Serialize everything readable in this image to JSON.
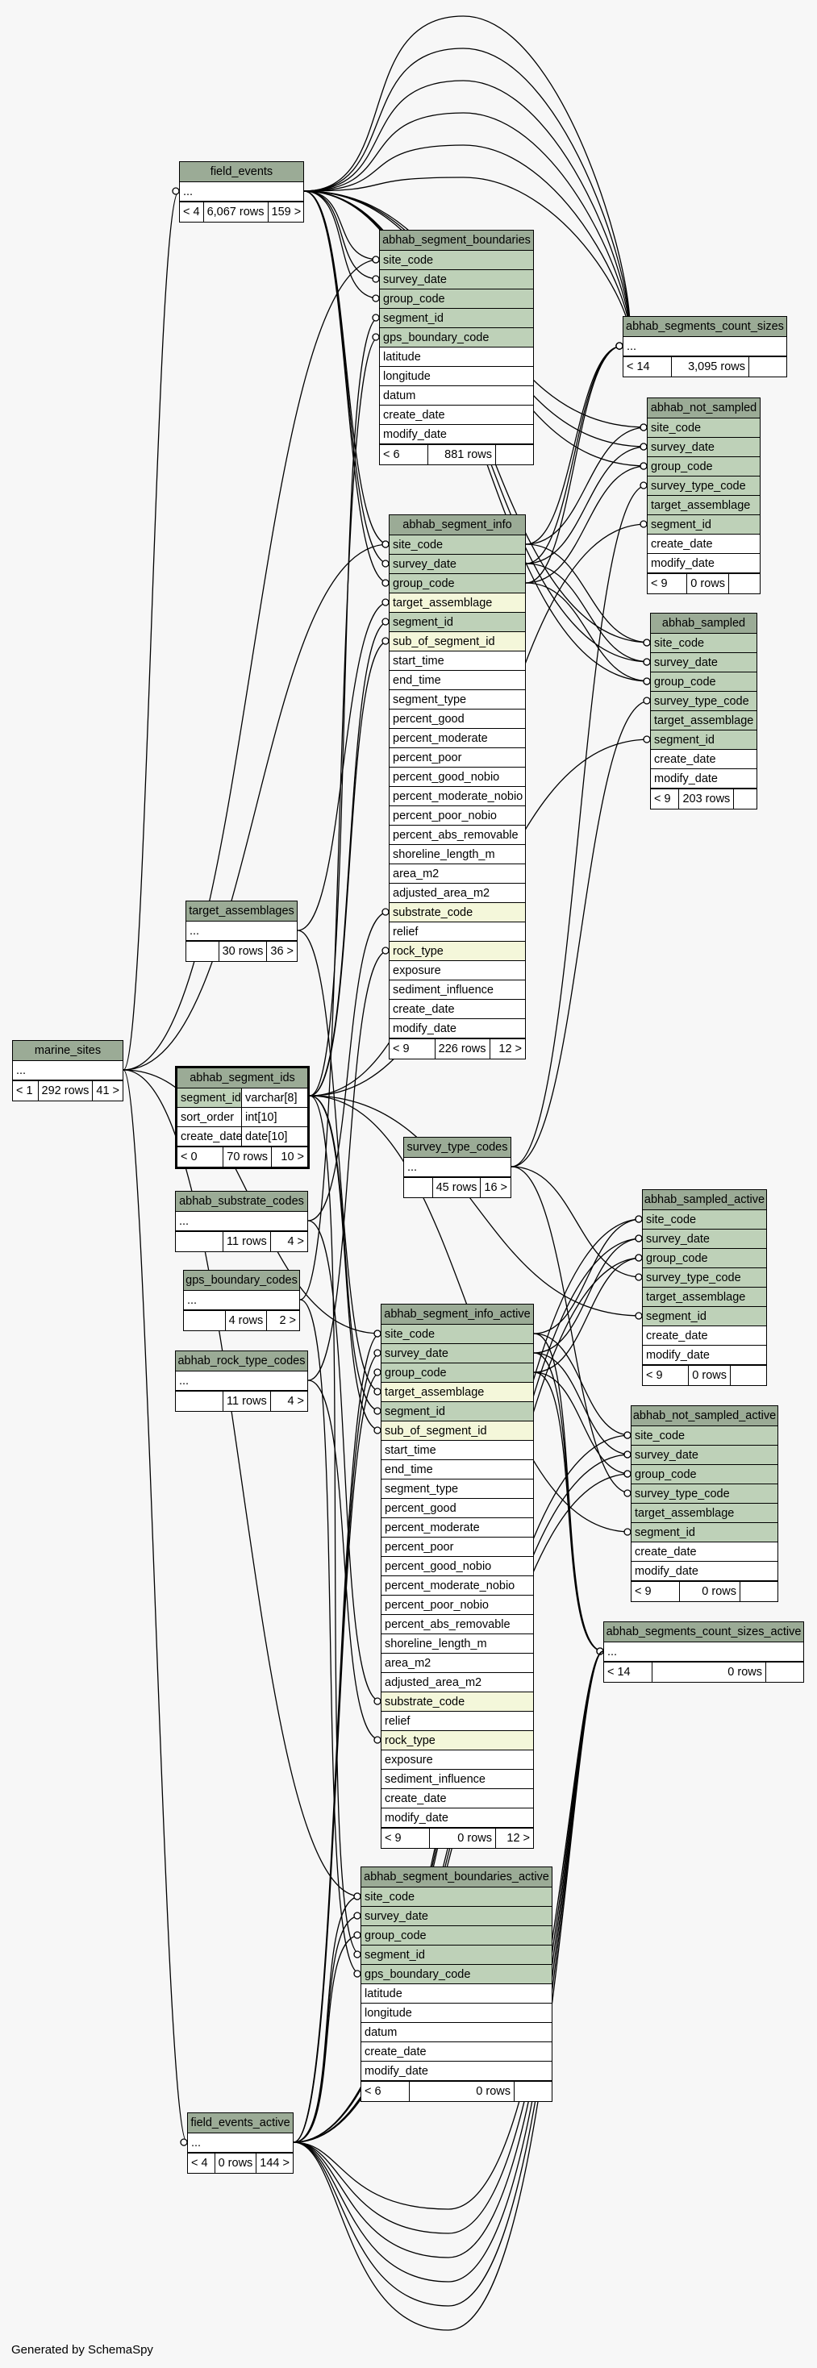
{
  "footer": "Generated by SchemaSpy",
  "tables": [
    {
      "key": "field_events",
      "name": "field_events",
      "cols": [
        {
          "t": "...",
          "k": "plain"
        }
      ],
      "footer": [
        "< 4",
        "6,067 rows",
        "159 >"
      ]
    },
    {
      "key": "abhab_segment_boundaries",
      "name": "abhab_segment_boundaries",
      "cols": [
        {
          "t": "site_code",
          "k": "pk"
        },
        {
          "t": "survey_date",
          "k": "pk"
        },
        {
          "t": "group_code",
          "k": "pk"
        },
        {
          "t": "segment_id",
          "k": "pk"
        },
        {
          "t": "gps_boundary_code",
          "k": "pk"
        },
        {
          "t": "latitude",
          "k": "plain"
        },
        {
          "t": "longitude",
          "k": "plain"
        },
        {
          "t": "datum",
          "k": "plain"
        },
        {
          "t": "create_date",
          "k": "plain"
        },
        {
          "t": "modify_date",
          "k": "plain"
        }
      ],
      "footer": [
        "< 6",
        "881 rows",
        ""
      ]
    },
    {
      "key": "abhab_segments_count_sizes",
      "name": "abhab_segments_count_sizes",
      "cols": [
        {
          "t": "...",
          "k": "plain"
        }
      ],
      "footer": [
        "< 14",
        "3,095 rows",
        ""
      ]
    },
    {
      "key": "abhab_not_sampled",
      "name": "abhab_not_sampled",
      "cols": [
        {
          "t": "site_code",
          "k": "pk"
        },
        {
          "t": "survey_date",
          "k": "pk"
        },
        {
          "t": "group_code",
          "k": "pk"
        },
        {
          "t": "survey_type_code",
          "k": "pk"
        },
        {
          "t": "target_assemblage",
          "k": "pk"
        },
        {
          "t": "segment_id",
          "k": "pk"
        },
        {
          "t": "create_date",
          "k": "plain"
        },
        {
          "t": "modify_date",
          "k": "plain"
        }
      ],
      "footer": [
        "< 9",
        "0 rows",
        ""
      ]
    },
    {
      "key": "abhab_segment_info",
      "name": "abhab_segment_info",
      "cols": [
        {
          "t": "site_code",
          "k": "pk"
        },
        {
          "t": "survey_date",
          "k": "pk"
        },
        {
          "t": "group_code",
          "k": "pk"
        },
        {
          "t": "target_assemblage",
          "k": "fk"
        },
        {
          "t": "segment_id",
          "k": "pk"
        },
        {
          "t": "sub_of_segment_id",
          "k": "fk"
        },
        {
          "t": "start_time",
          "k": "plain"
        },
        {
          "t": "end_time",
          "k": "plain"
        },
        {
          "t": "segment_type",
          "k": "plain"
        },
        {
          "t": "percent_good",
          "k": "plain"
        },
        {
          "t": "percent_moderate",
          "k": "plain"
        },
        {
          "t": "percent_poor",
          "k": "plain"
        },
        {
          "t": "percent_good_nobio",
          "k": "plain"
        },
        {
          "t": "percent_moderate_nobio",
          "k": "plain"
        },
        {
          "t": "percent_poor_nobio",
          "k": "plain"
        },
        {
          "t": "percent_abs_removable",
          "k": "plain"
        },
        {
          "t": "shoreline_length_m",
          "k": "plain"
        },
        {
          "t": "area_m2",
          "k": "plain"
        },
        {
          "t": "adjusted_area_m2",
          "k": "plain"
        },
        {
          "t": "substrate_code",
          "k": "fk"
        },
        {
          "t": "relief",
          "k": "plain"
        },
        {
          "t": "rock_type",
          "k": "fk"
        },
        {
          "t": "exposure",
          "k": "plain"
        },
        {
          "t": "sediment_influence",
          "k": "plain"
        },
        {
          "t": "create_date",
          "k": "plain"
        },
        {
          "t": "modify_date",
          "k": "plain"
        }
      ],
      "footer": [
        "< 9",
        "226 rows",
        "12 >"
      ]
    },
    {
      "key": "abhab_sampled",
      "name": "abhab_sampled",
      "cols": [
        {
          "t": "site_code",
          "k": "pk"
        },
        {
          "t": "survey_date",
          "k": "pk"
        },
        {
          "t": "group_code",
          "k": "pk"
        },
        {
          "t": "survey_type_code",
          "k": "pk"
        },
        {
          "t": "target_assemblage",
          "k": "pk"
        },
        {
          "t": "segment_id",
          "k": "pk"
        },
        {
          "t": "create_date",
          "k": "plain"
        },
        {
          "t": "modify_date",
          "k": "plain"
        }
      ],
      "footer": [
        "< 9",
        "203 rows",
        ""
      ]
    },
    {
      "key": "target_assemblages",
      "name": "target_assemblages",
      "cols": [
        {
          "t": "...",
          "k": "plain"
        }
      ],
      "footer": [
        "",
        "30 rows",
        "36 >"
      ]
    },
    {
      "key": "marine_sites",
      "name": "marine_sites",
      "cols": [
        {
          "t": "...",
          "k": "plain"
        }
      ],
      "footer": [
        "< 1",
        "292 rows",
        "41 >"
      ]
    },
    {
      "key": "abhab_segment_ids",
      "name": "abhab_segment_ids",
      "bold": true,
      "cols": [
        {
          "t": "segment_id",
          "t2": "varchar[8]",
          "k": "pk"
        },
        {
          "t": "sort_order",
          "t2": "int[10]",
          "k": "plain"
        },
        {
          "t": "create_date",
          "t2": "date[10]",
          "k": "plain"
        }
      ],
      "footer": [
        "< 0",
        "70 rows",
        "10 >"
      ]
    },
    {
      "key": "survey_type_codes",
      "name": "survey_type_codes",
      "cols": [
        {
          "t": "...",
          "k": "plain"
        }
      ],
      "footer": [
        "",
        "45 rows",
        "16 >"
      ]
    },
    {
      "key": "abhab_substrate_codes",
      "name": "abhab_substrate_codes",
      "cols": [
        {
          "t": "...",
          "k": "plain"
        }
      ],
      "footer": [
        "",
        "11 rows",
        "4 >"
      ]
    },
    {
      "key": "gps_boundary_codes",
      "name": "gps_boundary_codes",
      "cols": [
        {
          "t": "...",
          "k": "plain"
        }
      ],
      "footer": [
        "",
        "4 rows",
        "2 >"
      ]
    },
    {
      "key": "abhab_rock_type_codes",
      "name": "abhab_rock_type_codes",
      "cols": [
        {
          "t": "...",
          "k": "plain"
        }
      ],
      "footer": [
        "",
        "11 rows",
        "4 >"
      ]
    },
    {
      "key": "abhab_sampled_active",
      "name": "abhab_sampled_active",
      "cols": [
        {
          "t": "site_code",
          "k": "pk"
        },
        {
          "t": "survey_date",
          "k": "pk"
        },
        {
          "t": "group_code",
          "k": "pk"
        },
        {
          "t": "survey_type_code",
          "k": "pk"
        },
        {
          "t": "target_assemblage",
          "k": "pk"
        },
        {
          "t": "segment_id",
          "k": "pk"
        },
        {
          "t": "create_date",
          "k": "plain"
        },
        {
          "t": "modify_date",
          "k": "plain"
        }
      ],
      "footer": [
        "< 9",
        "0 rows",
        ""
      ]
    },
    {
      "key": "abhab_not_sampled_active",
      "name": "abhab_not_sampled_active",
      "cols": [
        {
          "t": "site_code",
          "k": "pk"
        },
        {
          "t": "survey_date",
          "k": "pk"
        },
        {
          "t": "group_code",
          "k": "pk"
        },
        {
          "t": "survey_type_code",
          "k": "pk"
        },
        {
          "t": "target_assemblage",
          "k": "pk"
        },
        {
          "t": "segment_id",
          "k": "pk"
        },
        {
          "t": "create_date",
          "k": "plain"
        },
        {
          "t": "modify_date",
          "k": "plain"
        }
      ],
      "footer": [
        "< 9",
        "0 rows",
        ""
      ]
    },
    {
      "key": "abhab_segment_info_active",
      "name": "abhab_segment_info_active",
      "cols": [
        {
          "t": "site_code",
          "k": "pk"
        },
        {
          "t": "survey_date",
          "k": "pk"
        },
        {
          "t": "group_code",
          "k": "pk"
        },
        {
          "t": "target_assemblage",
          "k": "fk"
        },
        {
          "t": "segment_id",
          "k": "pk"
        },
        {
          "t": "sub_of_segment_id",
          "k": "fk"
        },
        {
          "t": "start_time",
          "k": "plain"
        },
        {
          "t": "end_time",
          "k": "plain"
        },
        {
          "t": "segment_type",
          "k": "plain"
        },
        {
          "t": "percent_good",
          "k": "plain"
        },
        {
          "t": "percent_moderate",
          "k": "plain"
        },
        {
          "t": "percent_poor",
          "k": "plain"
        },
        {
          "t": "percent_good_nobio",
          "k": "plain"
        },
        {
          "t": "percent_moderate_nobio",
          "k": "plain"
        },
        {
          "t": "percent_poor_nobio",
          "k": "plain"
        },
        {
          "t": "percent_abs_removable",
          "k": "plain"
        },
        {
          "t": "shoreline_length_m",
          "k": "plain"
        },
        {
          "t": "area_m2",
          "k": "plain"
        },
        {
          "t": "adjusted_area_m2",
          "k": "plain"
        },
        {
          "t": "substrate_code",
          "k": "fk"
        },
        {
          "t": "relief",
          "k": "plain"
        },
        {
          "t": "rock_type",
          "k": "fk"
        },
        {
          "t": "exposure",
          "k": "plain"
        },
        {
          "t": "sediment_influence",
          "k": "plain"
        },
        {
          "t": "create_date",
          "k": "plain"
        },
        {
          "t": "modify_date",
          "k": "plain"
        }
      ],
      "footer": [
        "< 9",
        "0 rows",
        "12 >"
      ]
    },
    {
      "key": "abhab_segments_count_sizes_active",
      "name": "abhab_segments_count_sizes_active",
      "cols": [
        {
          "t": "...",
          "k": "plain"
        }
      ],
      "footer": [
        "< 14",
        "0 rows",
        ""
      ]
    },
    {
      "key": "abhab_segment_boundaries_active",
      "name": "abhab_segment_boundaries_active",
      "cols": [
        {
          "t": "site_code",
          "k": "pk"
        },
        {
          "t": "survey_date",
          "k": "pk"
        },
        {
          "t": "group_code",
          "k": "pk"
        },
        {
          "t": "segment_id",
          "k": "pk"
        },
        {
          "t": "gps_boundary_code",
          "k": "pk"
        },
        {
          "t": "latitude",
          "k": "plain"
        },
        {
          "t": "longitude",
          "k": "plain"
        },
        {
          "t": "datum",
          "k": "plain"
        },
        {
          "t": "create_date",
          "k": "plain"
        },
        {
          "t": "modify_date",
          "k": "plain"
        }
      ],
      "footer": [
        "< 6",
        "0 rows",
        ""
      ]
    },
    {
      "key": "field_events_active",
      "name": "field_events_active",
      "cols": [
        {
          "t": "...",
          "k": "plain"
        }
      ],
      "footer": [
        "< 4",
        "0 rows",
        "144 >"
      ]
    }
  ]
}
